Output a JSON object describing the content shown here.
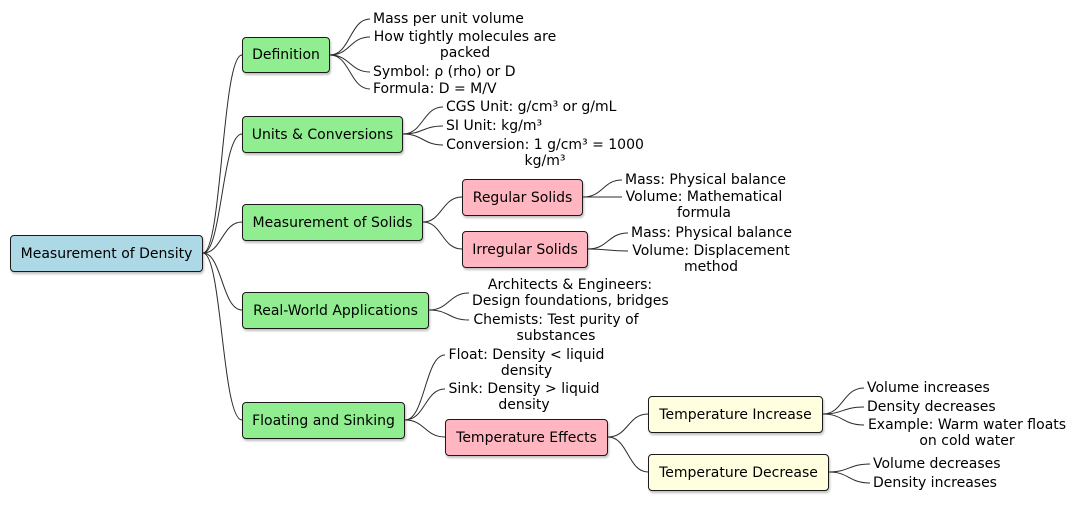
{
  "root": "Measurement of Density",
  "branches": {
    "definition": {
      "label": "Definition",
      "leaves": {
        "mass_per_volume": "Mass per unit volume",
        "packing_1": "How tightly molecules are",
        "packing_2": "packed",
        "symbol": "Symbol: ρ (rho) or D",
        "formula": "Formula: D = M/V"
      }
    },
    "units": {
      "label": "Units & Conversions",
      "leaves": {
        "cgs": "CGS Unit: g/cm³ or g/mL",
        "si": "SI Unit: kg/m³",
        "conversion_1": "Conversion: 1 g/cm³ = 1000",
        "conversion_2": "kg/m³"
      }
    },
    "solids": {
      "label": "Measurement of Solids",
      "regular": {
        "label": "Regular Solids",
        "leaves": {
          "mass": "Mass: Physical balance",
          "volume_1": "Volume: Mathematical",
          "volume_2": "formula"
        }
      },
      "irregular": {
        "label": "Irregular Solids",
        "leaves": {
          "mass": "Mass: Physical balance",
          "volume_1": "Volume: Displacement",
          "volume_2": "method"
        }
      }
    },
    "applications": {
      "label": "Real-World Applications",
      "leaves": {
        "architects_1": "Architects & Engineers:",
        "architects_2": "Design foundations, bridges",
        "chemists_1": "Chemists: Test purity of",
        "chemists_2": "substances"
      }
    },
    "floating": {
      "label": "Floating and Sinking",
      "leaves": {
        "float_1": "Float: Density < liquid",
        "float_2": "density",
        "sink_1": "Sink: Density > liquid",
        "sink_2": "density"
      },
      "temperature": {
        "label": "Temperature Effects",
        "increase": {
          "label": "Temperature Increase",
          "leaves": {
            "volume": "Volume increases",
            "density": "Density decreases",
            "example_1": "Example: Warm water floats",
            "example_2": "on cold water"
          }
        },
        "decrease": {
          "label": "Temperature Decrease",
          "leaves": {
            "volume": "Volume decreases",
            "density": "Density increases"
          }
        }
      }
    }
  }
}
